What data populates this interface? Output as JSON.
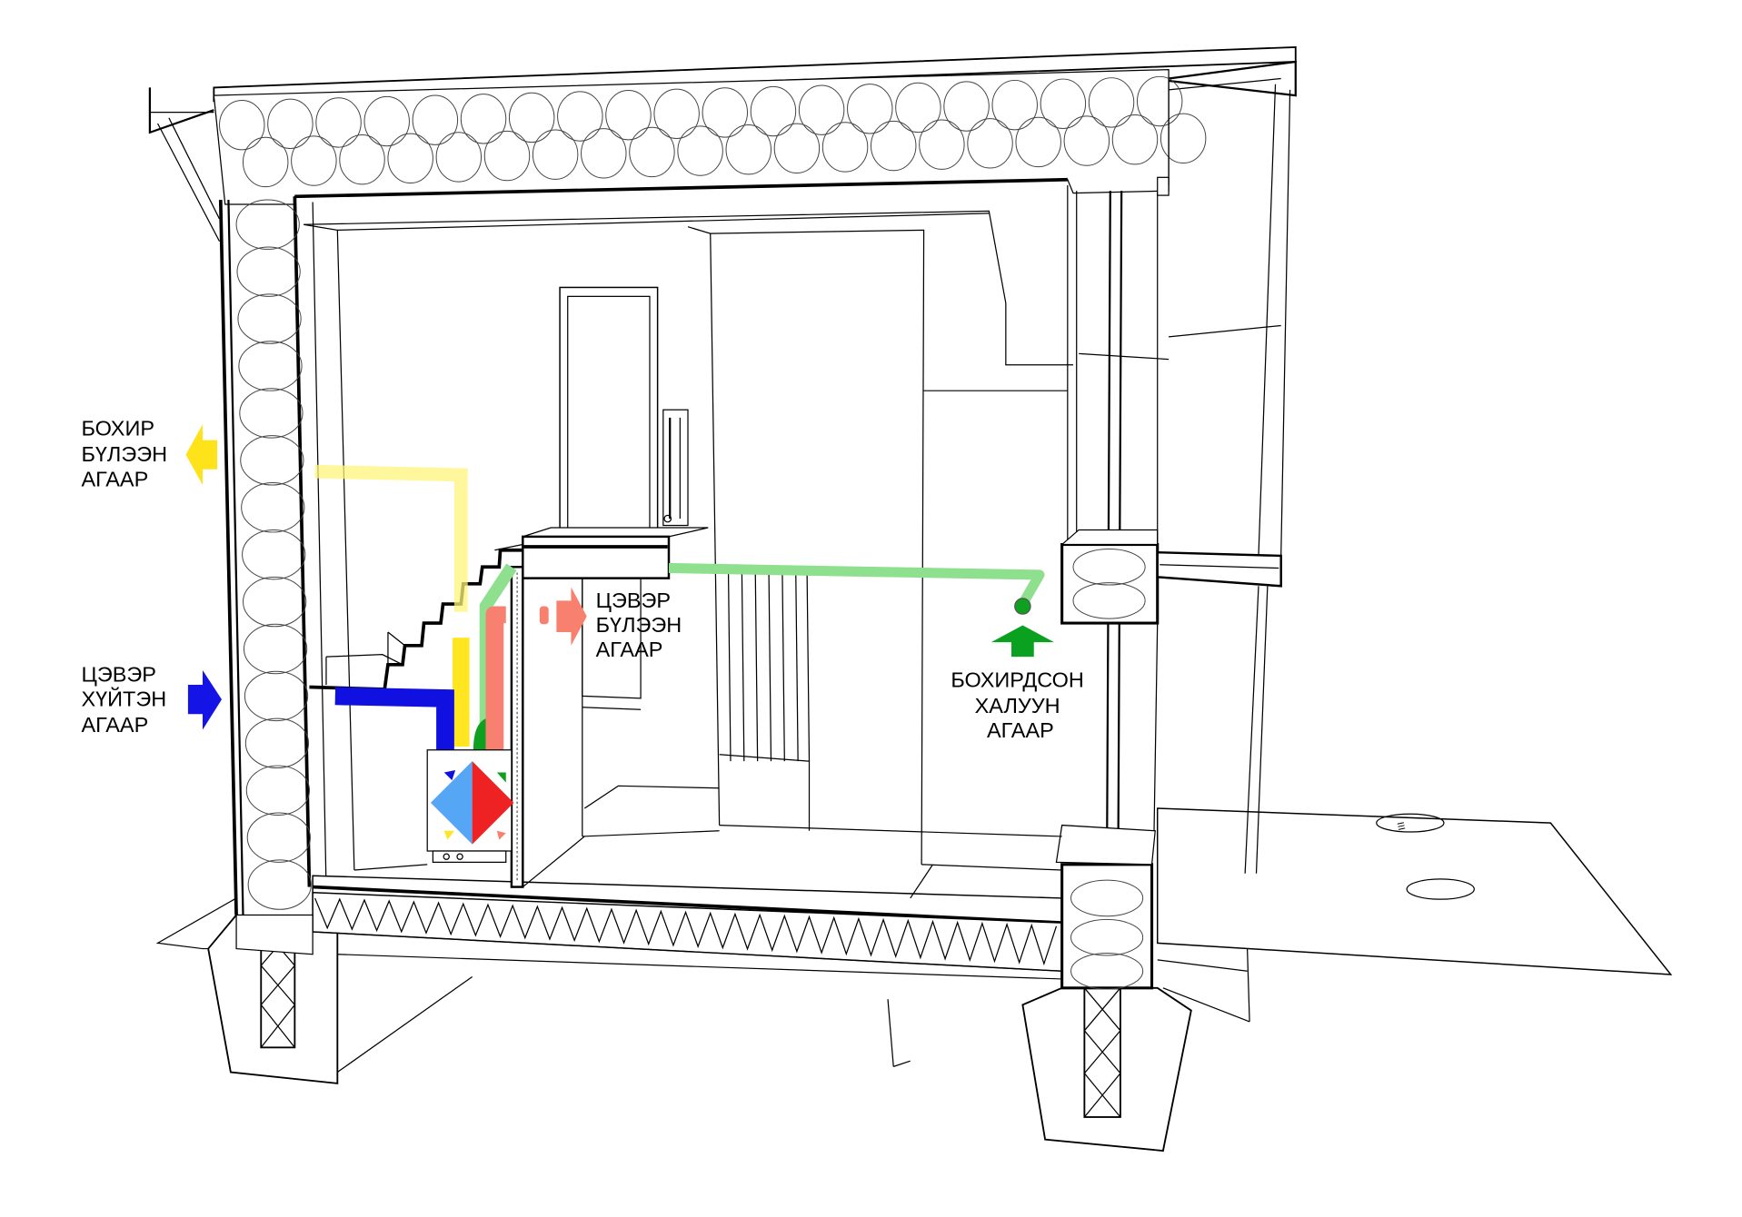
{
  "labels": {
    "exhaust_out": {
      "lines": [
        "БОХИР",
        "БҮЛЭЭН",
        "АГААР"
      ],
      "color": "#ffe31a"
    },
    "fresh_in": {
      "lines": [
        "ЦЭВЭР",
        "ХҮЙТЭН",
        "АГААР"
      ],
      "color": "#1414e6"
    },
    "supply": {
      "lines": [
        "ЦЭВЭР",
        "БҮЛЭЭН",
        "АГААР"
      ],
      "color": "#f8806e"
    },
    "extract": {
      "lines": [
        "БОХИРДСОН",
        "ХАЛУУН",
        "АГААР"
      ],
      "color": "#0aa020"
    }
  },
  "duct_colors": {
    "exhaust": "#ffe620",
    "exhaust_light": "#fff47a",
    "fresh": "#1010e0",
    "supply": "#f88070",
    "extract": "#8ee08e",
    "extract_dark": "#10a020",
    "hrv_cold": "#55a6f5",
    "hrv_warm": "#ee2222"
  }
}
